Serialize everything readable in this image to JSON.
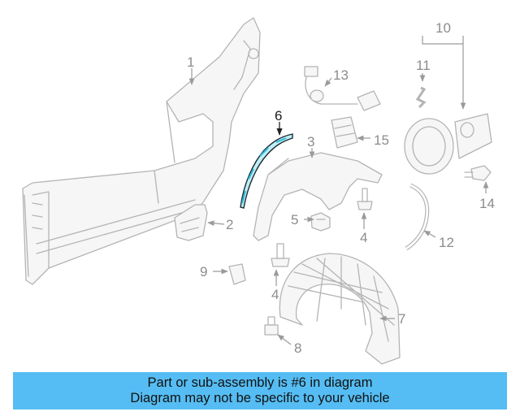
{
  "diagram": {
    "callouts": [
      "1",
      "2",
      "3",
      "4",
      "4",
      "5",
      "6",
      "7",
      "8",
      "9",
      "10",
      "11",
      "12",
      "13",
      "14",
      "15"
    ],
    "highlight_part": "6",
    "highlight_color": "#2fb8d8"
  },
  "banner": {
    "line1": "Part or sub-assembly is #6 in diagram",
    "line2": "Diagram may not be specific to your vehicle",
    "color": "#55bdf3"
  }
}
